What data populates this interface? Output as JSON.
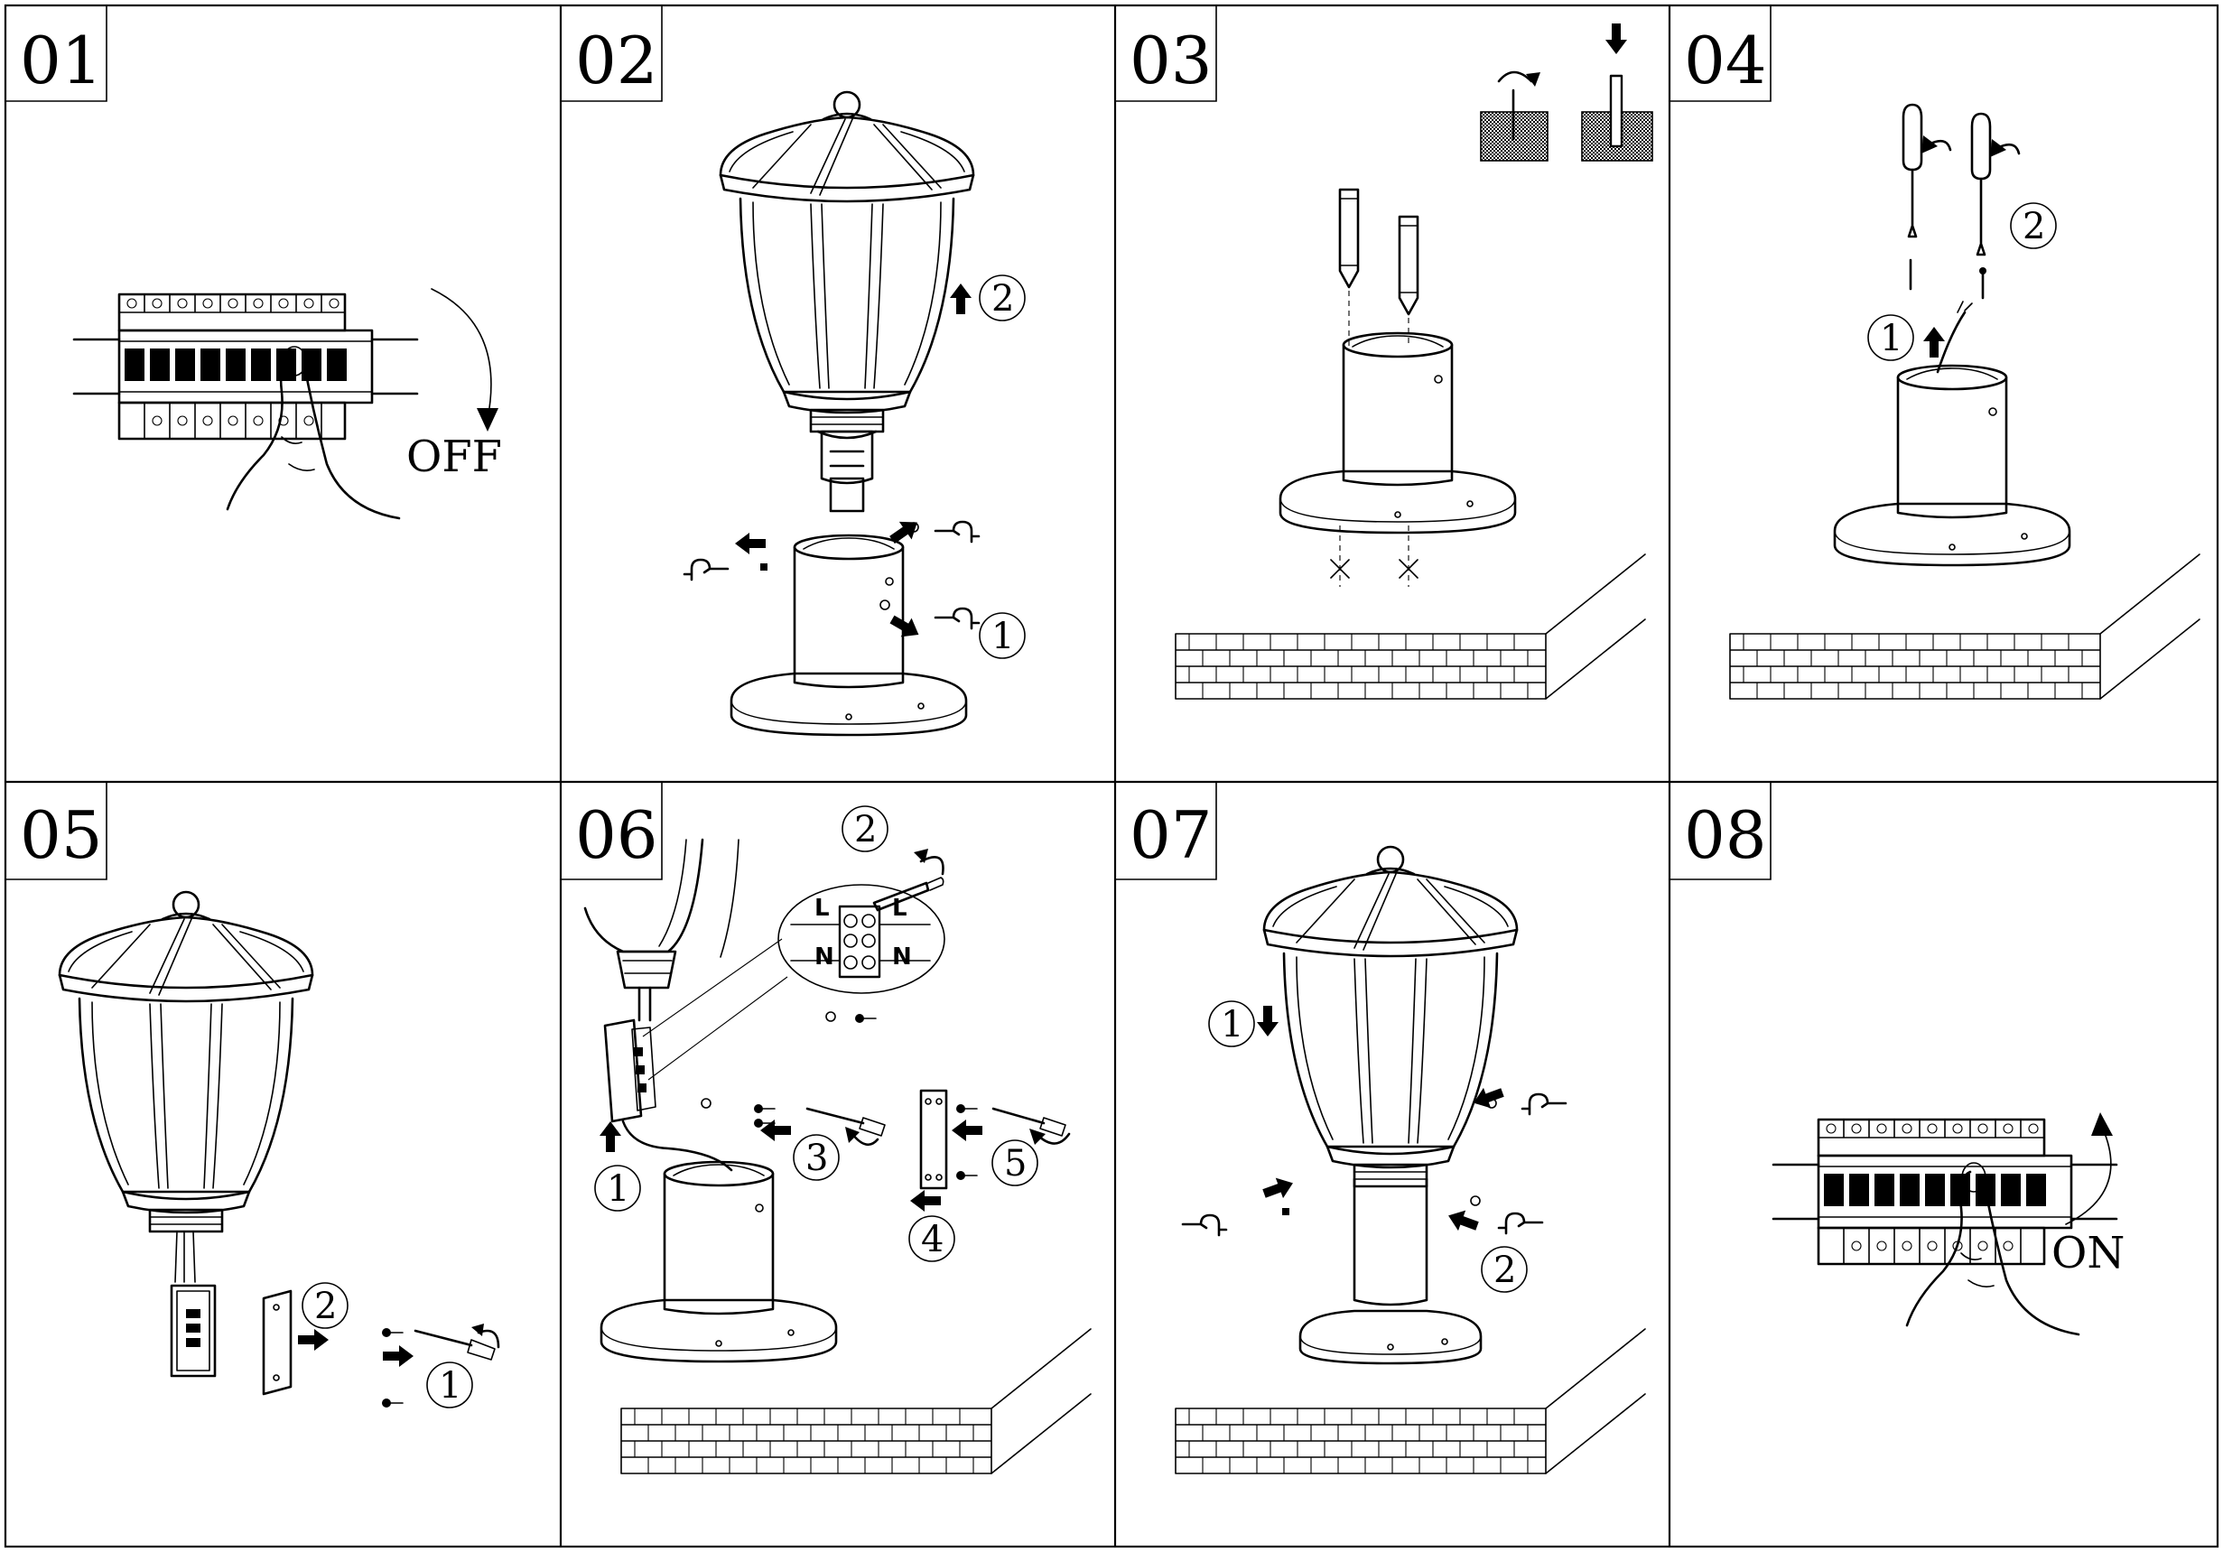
{
  "steps": [
    {
      "number": "01",
      "label": "OFF"
    },
    {
      "number": "02",
      "callouts": [
        "1",
        "2"
      ]
    },
    {
      "number": "03"
    },
    {
      "number": "04",
      "callouts": [
        "1",
        "2"
      ]
    },
    {
      "number": "05",
      "callouts": [
        "1",
        "2"
      ]
    },
    {
      "number": "06",
      "callouts": [
        "1",
        "2",
        "3",
        "4",
        "5"
      ],
      "terminals": [
        "L",
        "L",
        "N",
        "N"
      ]
    },
    {
      "number": "07",
      "callouts": [
        "1",
        "2"
      ]
    },
    {
      "number": "08",
      "label": "ON"
    }
  ]
}
